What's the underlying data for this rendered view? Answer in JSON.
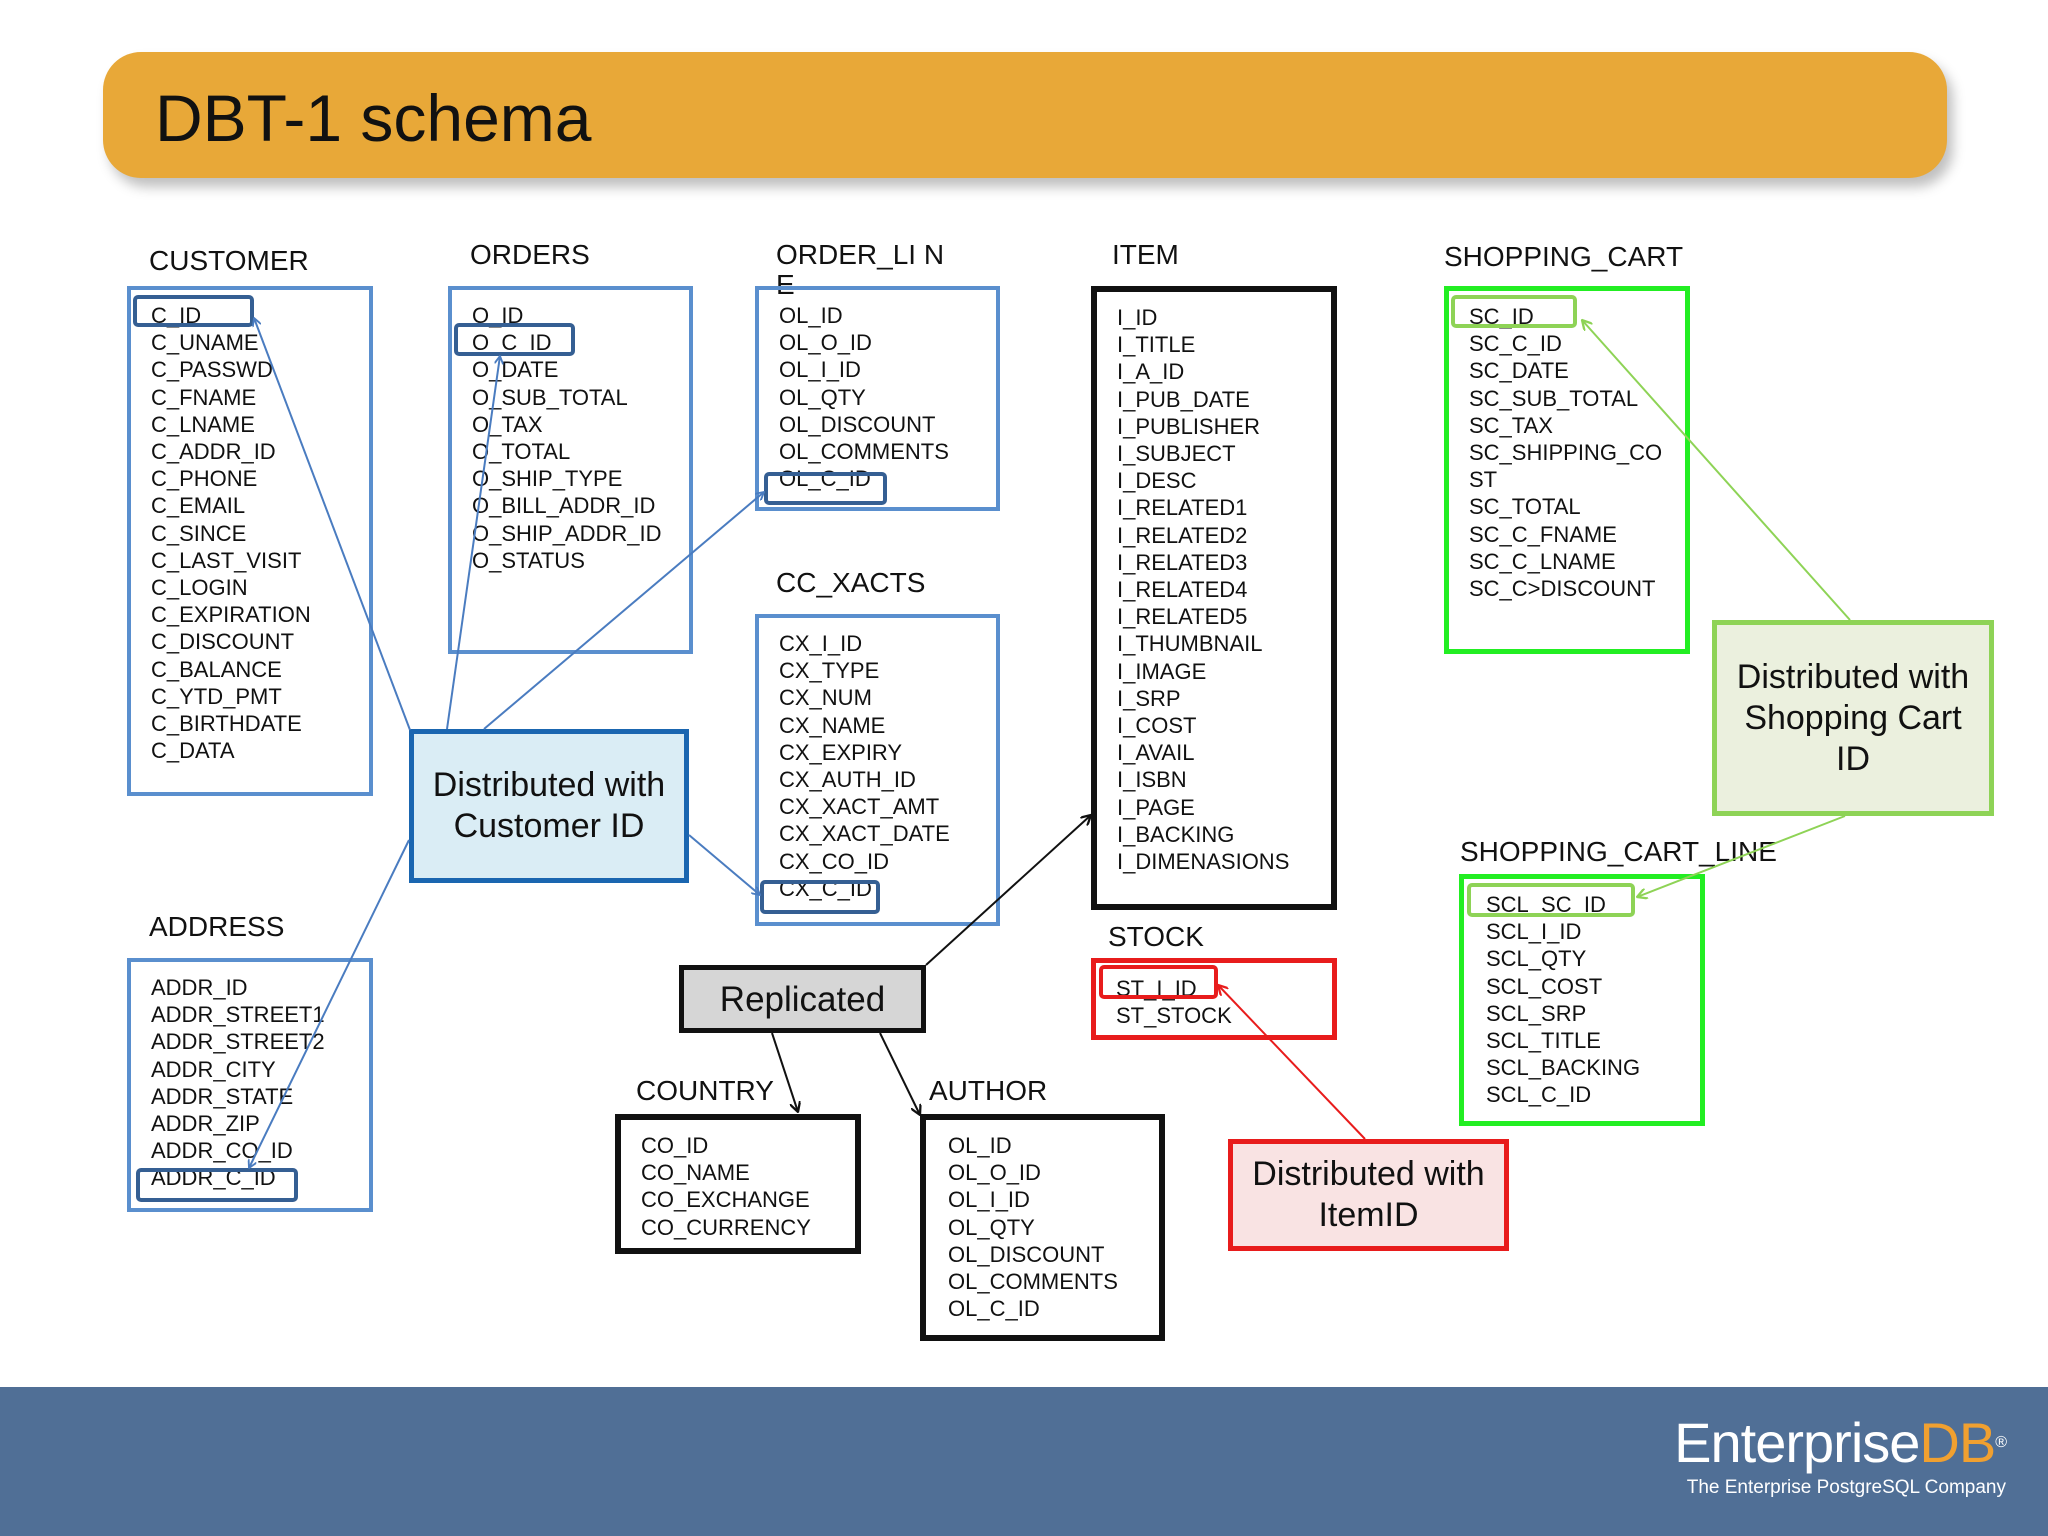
{
  "title": "DBT-1 schema",
  "tables": {
    "customer": {
      "name": "CUSTOMER",
      "fields": [
        "C_ID",
        "C_UNAME",
        "C_PASSWD",
        "C_FNAME",
        "C_LNAME",
        "C_ADDR_ID",
        "C_PHONE",
        "C_EMAIL",
        "C_SINCE",
        "C_LAST_VISIT",
        "C_LOGIN",
        "C_EXPIRATION",
        "C_DISCOUNT",
        "C_BALANCE",
        "C_YTD_PMT",
        "C_BIRTHDATE",
        "C_DATA"
      ]
    },
    "orders": {
      "name": "ORDERS",
      "fields": [
        "O_ID",
        "O_C_ID",
        "O_DATE",
        "O_SUB_TOTAL",
        "O_TAX",
        "O_TOTAL",
        "O_SHIP_TYPE",
        "O_BILL_ADDR_ID",
        "O_SHIP_ADDR_ID",
        "O_STATUS"
      ]
    },
    "order_line": {
      "name": "ORDER_LI NE",
      "fields": [
        "OL_ID",
        "OL_O_ID",
        "OL_I_ID",
        "OL_QTY",
        "OL_DISCOUNT",
        "OL_COMMENTS",
        "OL_C_ID"
      ]
    },
    "item": {
      "name": "ITEM",
      "fields": [
        "I_ID",
        "I_TITLE",
        "I_A_ID",
        "I_PUB_DATE",
        "I_PUBLISHER",
        "I_SUBJECT",
        "I_DESC",
        "I_RELATED1",
        "I_RELATED2",
        "I_RELATED3",
        "I_RELATED4",
        "I_RELATED5",
        "I_THUMBNAIL",
        "I_IMAGE",
        "I_SRP",
        "I_COST",
        "I_AVAIL",
        "I_ISBN",
        "I_PAGE",
        "I_BACKING",
        "I_DIMENASIONS"
      ]
    },
    "shopping_cart": {
      "name": "SHOPPING_CART",
      "fields": [
        "SC_ID",
        "SC_C_ID",
        "SC_DATE",
        "SC_SUB_TOTAL",
        "SC_TAX",
        "SC_SHIPPING_CO",
        "ST",
        "SC_TOTAL",
        "SC_C_FNAME",
        "SC_C_LNAME",
        "SC_C>DISCOUNT"
      ]
    },
    "cc_xacts": {
      "name": "CC_XACTS",
      "fields": [
        "CX_I_ID",
        "CX_TYPE",
        "CX_NUM",
        "CX_NAME",
        "CX_EXPIRY",
        "CX_AUTH_ID",
        "CX_XACT_AMT",
        "CX_XACT_DATE",
        "CX_CO_ID",
        "CX_C_ID"
      ]
    },
    "address": {
      "name": "ADDRESS",
      "fields": [
        "ADDR_ID",
        "ADDR_STREET1",
        "ADDR_STREET2",
        "ADDR_CITY",
        "ADDR_STATE",
        "ADDR_ZIP",
        "ADDR_CO_ID",
        "ADDR_C_ID"
      ]
    },
    "stock": {
      "name": "STOCK",
      "fields": [
        "ST_I_ID",
        "ST_STOCK"
      ]
    },
    "shopping_cart_line": {
      "name": "SHOPPING_CART_LINE",
      "fields": [
        "SCL_SC_ID",
        "SCL_I_ID",
        "SCL_QTY",
        "SCL_COST",
        "SCL_SRP",
        "SCL_TITLE",
        "SCL_BACKING",
        "SCL_C_ID"
      ]
    },
    "country": {
      "name": "COUNTRY",
      "fields": [
        "CO_ID",
        "CO_NAME",
        "CO_EXCHANGE",
        "CO_CURRENCY"
      ]
    },
    "author": {
      "name": "AUTHOR",
      "fields": [
        "OL_ID",
        "OL_O_ID",
        "OL_I_ID",
        "OL_QTY",
        "OL_DISCOUNT",
        "OL_COMMENTS",
        "OL_C_ID"
      ]
    }
  },
  "callouts": {
    "customer": "Distributed with Customer ID",
    "shopping_cart": "Distributed with Shopping Cart ID",
    "item": "Distributed with ItemID",
    "replicated": "Replicated"
  },
  "colors": {
    "banner": "#e8a838",
    "customer_group": "#5a8fce",
    "shopping_cart_group": "#22ee22",
    "item_group": "#e81c1c",
    "replicated_group": "#111111",
    "footer": "#506f96"
  },
  "footer": {
    "logo_part1": "Enterprise",
    "logo_part2": "DB",
    "logo_mark": "®",
    "tagline": "The Enterprise PostgreSQL Company"
  }
}
